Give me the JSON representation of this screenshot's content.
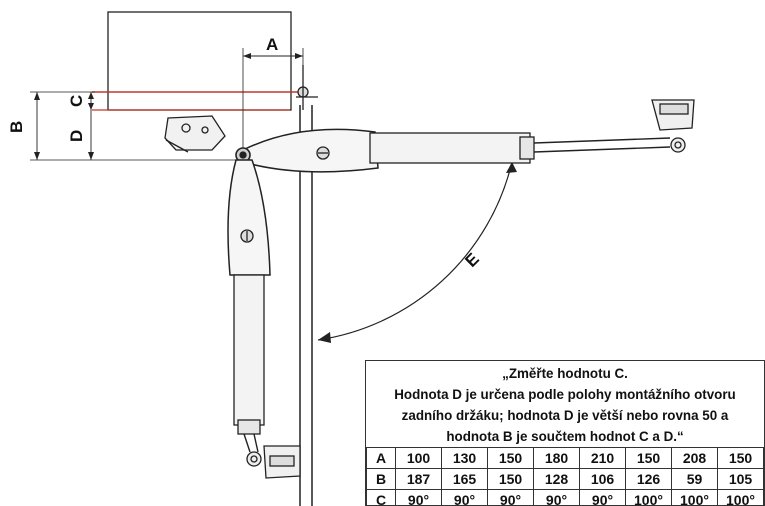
{
  "dimensions": {
    "label_a": "A",
    "label_b": "B",
    "label_c": "C",
    "label_d": "D",
    "label_e": "E"
  },
  "note": {
    "line1": "„Změřte hodnotu C.",
    "line2": "Hodnota D je určena podle polohy montážního otvoru",
    "line3": "zadního držáku; hodnota D je větší nebo rovna 50 a",
    "line4": "hodnota B je součtem hodnot C a D.“"
  },
  "table": {
    "rows": [
      {
        "label": "A",
        "values": [
          "100",
          "130",
          "150",
          "180",
          "210",
          "150",
          "208",
          "150"
        ]
      },
      {
        "label": "B",
        "values": [
          "187",
          "165",
          "150",
          "128",
          "106",
          "126",
          "59",
          "105"
        ]
      },
      {
        "label": "C",
        "values": [
          "90°",
          "90°",
          "90°",
          "90°",
          "90°",
          "100°",
          "100°",
          "100°"
        ]
      }
    ]
  }
}
